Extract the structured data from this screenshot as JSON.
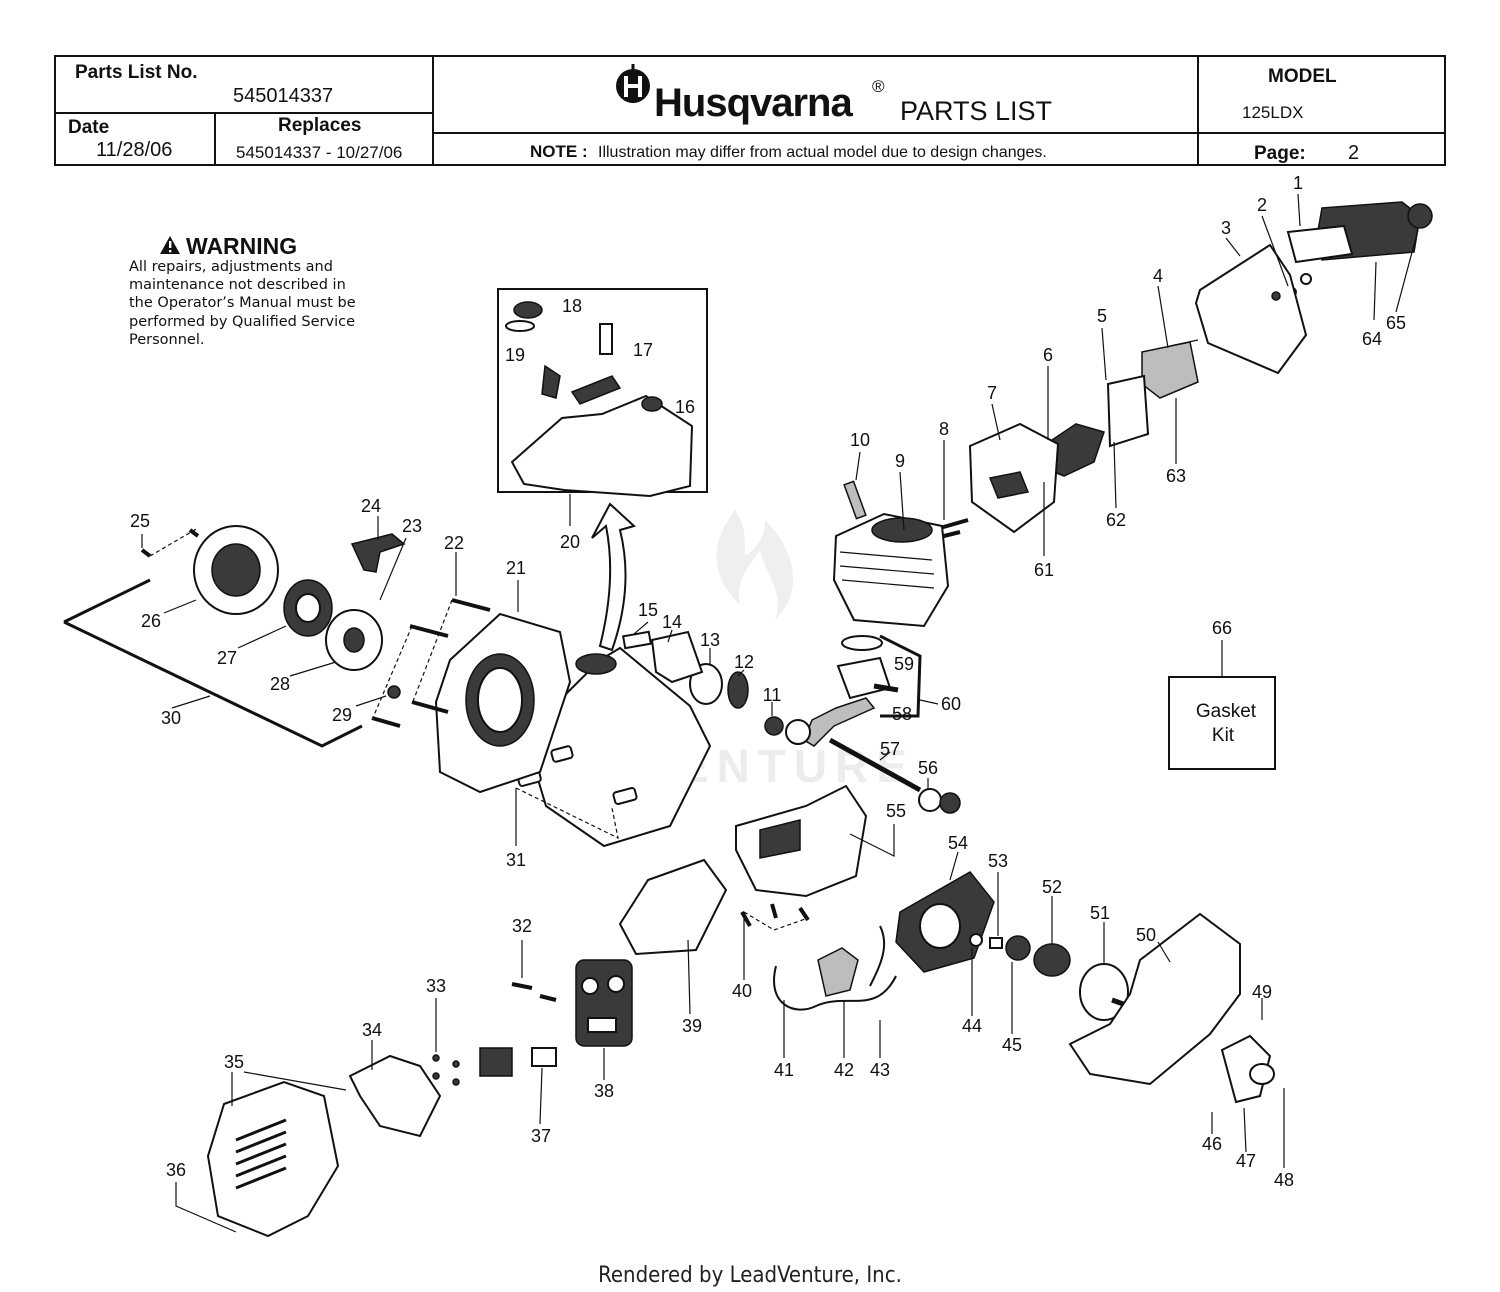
{
  "header": {
    "parts_list_label": "Parts List No.",
    "parts_list_no": "545014337",
    "date_label": "Date",
    "date": "11/28/06",
    "replaces_label": "Replaces",
    "replaces": "545014337 - 10/27/06",
    "brand": "Husqvarna",
    "registered_mark": "®",
    "title": "PARTS LIST",
    "note_label": "NOTE :",
    "note": "Illustration may differ from actual model due to design changes.",
    "model_label": "MODEL",
    "model": "125LDX",
    "page_label": "Page:",
    "page": "2"
  },
  "warning": {
    "title": "WARNING",
    "lines": [
      "All repairs, adjustments and",
      "maintenance not described in",
      "the Operator’s Manual must be",
      "performed by Qualified Service",
      "Personnel."
    ]
  },
  "callouts": [
    "1",
    "2",
    "3",
    "4",
    "5",
    "6",
    "7",
    "8",
    "9",
    "10",
    "11",
    "12",
    "13",
    "14",
    "15",
    "16",
    "17",
    "18",
    "19",
    "20",
    "21",
    "22",
    "23",
    "24",
    "25",
    "26",
    "27",
    "28",
    "29",
    "30",
    "31",
    "32",
    "33",
    "34",
    "35",
    "36",
    "37",
    "38",
    "39",
    "40",
    "41",
    "42",
    "43",
    "44",
    "45",
    "46",
    "47",
    "48",
    "49",
    "50",
    "51",
    "52",
    "53",
    "54",
    "55",
    "56",
    "57",
    "58",
    "59",
    "60",
    "61",
    "62",
    "63",
    "64",
    "65",
    "66"
  ],
  "gasket_kit": {
    "line1": "Gasket",
    "line2": "Kit"
  },
  "watermark": "LEADVENTURE",
  "footer": "Rendered by LeadVenture, Inc."
}
